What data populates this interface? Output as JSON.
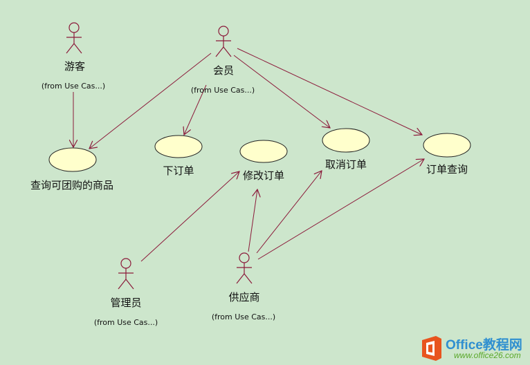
{
  "colors": {
    "background": "#cde6cc",
    "line": "#8b1a3a",
    "usecase_fill": "#ffffcc",
    "watermark_orange": "#e8541e",
    "watermark_blue": "#2f8fd0",
    "watermark_green": "#5aa82a"
  },
  "actors": [
    {
      "id": "youke",
      "name": "游客",
      "from": "(from Use Cas...)"
    },
    {
      "id": "huiyuan",
      "name": "会员",
      "from": "(from Use Cas...)"
    },
    {
      "id": "guanliyuan",
      "name": "管理员",
      "from": "(from Use Cas...)"
    },
    {
      "id": "gongyingshang",
      "name": "供应商",
      "from": "(from Use Cas...)"
    }
  ],
  "use_cases": [
    {
      "id": "query_goods",
      "label": "查询可团购的商品"
    },
    {
      "id": "place_order",
      "label": "下订单"
    },
    {
      "id": "modify_order",
      "label": "修改订单"
    },
    {
      "id": "cancel_order",
      "label": "取消订单"
    },
    {
      "id": "query_order",
      "label": "订单查询"
    }
  ],
  "associations": [
    {
      "from": "youke",
      "to": "query_goods"
    },
    {
      "from": "huiyuan",
      "to": "query_goods"
    },
    {
      "from": "huiyuan",
      "to": "place_order"
    },
    {
      "from": "huiyuan",
      "to": "cancel_order"
    },
    {
      "from": "huiyuan",
      "to": "query_order"
    },
    {
      "from": "guanliyuan",
      "to": "modify_order"
    },
    {
      "from": "gongyingshang",
      "to": "modify_order"
    },
    {
      "from": "gongyingshang",
      "to": "cancel_order"
    },
    {
      "from": "gongyingshang",
      "to": "query_order"
    }
  ],
  "watermark": {
    "text": "Office教程网",
    "url": "www.office26.com"
  }
}
